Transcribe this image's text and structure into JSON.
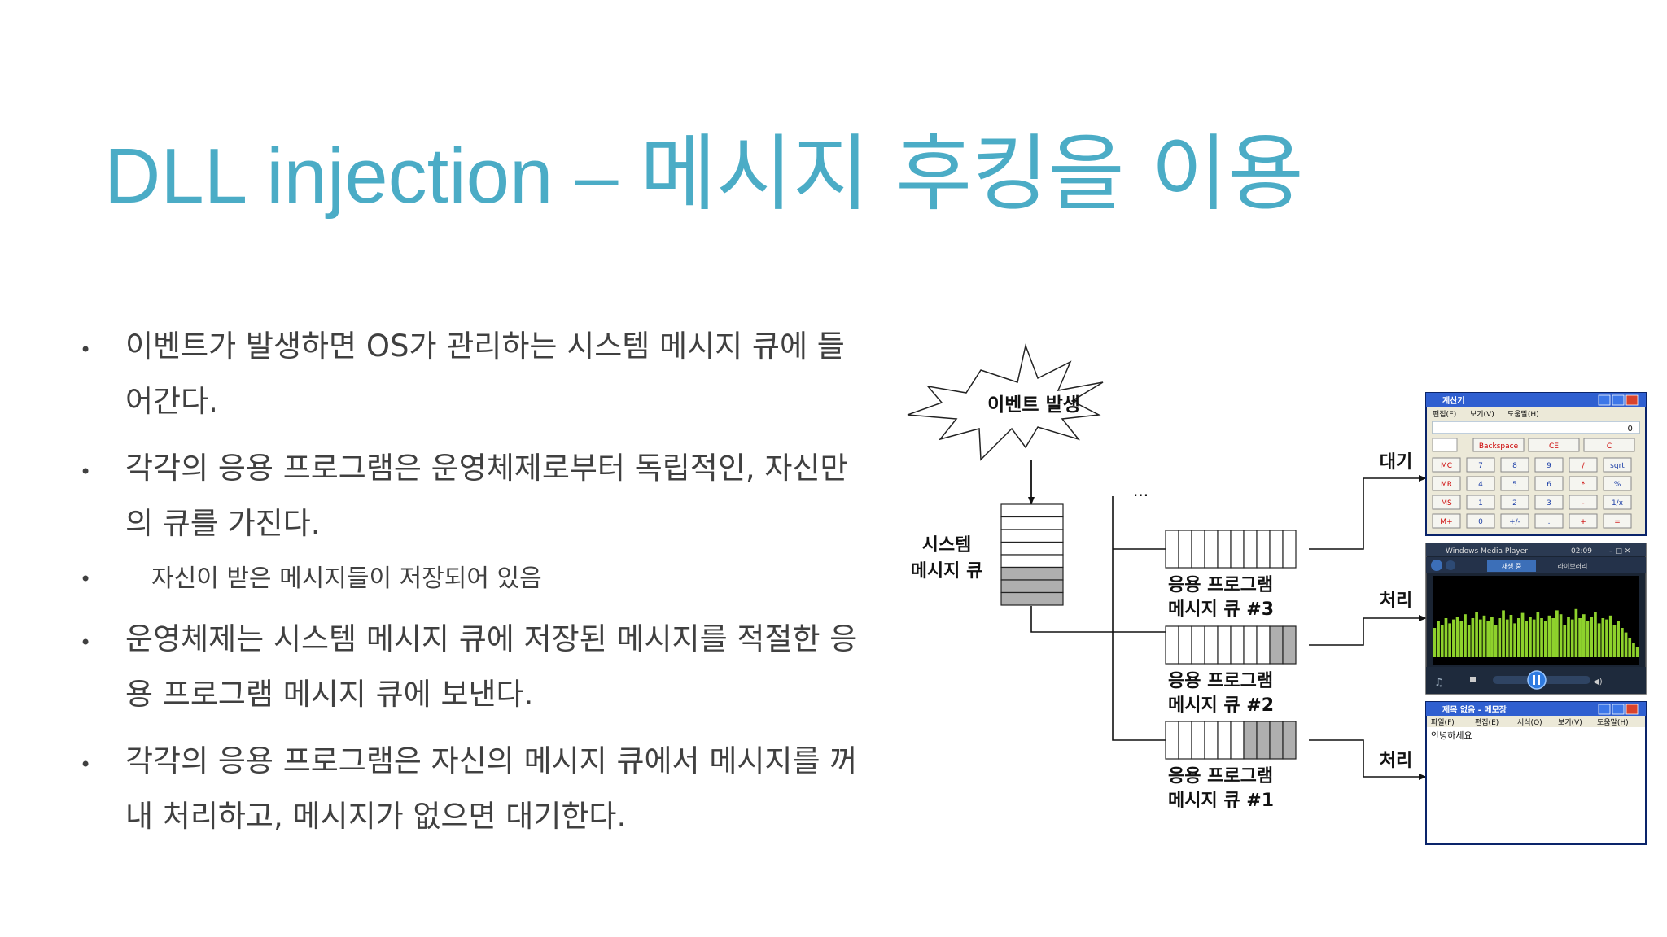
{
  "slide": {
    "title_latin": "DLL injection – ",
    "title_korean": "메시지 후킹을 이용",
    "accent_color": "#4BACC6",
    "text_color": "#404040"
  },
  "bullets": [
    {
      "level": 1,
      "text": "이벤트가 발생하면 OS가 관리하는 시스템 메시지 큐에 들어간다."
    },
    {
      "level": 1,
      "text": "각각의 응용 프로그램은 운영체제로부터 독립적인, 자신만의 큐를 가진다."
    },
    {
      "level": 2,
      "text": "자신이 받은 메시지들이 저장되어 있음"
    },
    {
      "level": 1,
      "text": "운영체제는 시스템 메시지 큐에 저장된 메시지를 적절한 응용 프로그램 메시지 큐에 보낸다."
    },
    {
      "level": 1,
      "text": "각각의 응용 프로그램은 자신의 메시지 큐에서 메시지를 꺼내 처리하고, 메시지가 없으면 대기한다."
    }
  ],
  "diagram": {
    "event_label": "이벤트 발생",
    "system_queue_label": [
      "시스템",
      "메시지 큐"
    ],
    "ellipsis": "...",
    "app_queues": [
      {
        "label1": "응용 프로그램",
        "label2": "메시지 큐 #3",
        "filled": 0,
        "state": "대기"
      },
      {
        "label1": "응용 프로그램",
        "label2": "메시지 큐 #2",
        "filled": 2,
        "state": "처리"
      },
      {
        "label1": "응용 프로그램",
        "label2": "메시지 큐 #1",
        "filled": 4,
        "state": "처리"
      }
    ],
    "calculator": {
      "title": "계산기",
      "menu": [
        "편집(E)",
        "보기(V)",
        "도움말(H)"
      ],
      "display": "0.",
      "top_buttons": [
        "Backspace",
        "CE",
        "C"
      ],
      "rows": [
        [
          "MC",
          "7",
          "8",
          "9",
          "/",
          "sqrt"
        ],
        [
          "MR",
          "4",
          "5",
          "6",
          "*",
          "%"
        ],
        [
          "MS",
          "1",
          "2",
          "3",
          "-",
          "1/x"
        ],
        [
          "M+",
          "0",
          "+/-",
          ".",
          "+",
          "="
        ]
      ]
    },
    "media_player": {
      "title": "Windows Media Player",
      "time": "02:09",
      "tabs": [
        "재생 중",
        "라이브러리"
      ],
      "bars": [
        0.45,
        0.55,
        0.5,
        0.6,
        0.52,
        0.58,
        0.62,
        0.55,
        0.66,
        0.5,
        0.6,
        0.7,
        0.58,
        0.64,
        0.55,
        0.62,
        0.5,
        0.6,
        0.72,
        0.58,
        0.65,
        0.52,
        0.6,
        0.68,
        0.55,
        0.62,
        0.58,
        0.7,
        0.6,
        0.55,
        0.64,
        0.6,
        0.72,
        0.66,
        0.5,
        0.62,
        0.58,
        0.74,
        0.6,
        0.66,
        0.55,
        0.62,
        0.7,
        0.52,
        0.6,
        0.58,
        0.64,
        0.5,
        0.55,
        0.45,
        0.38,
        0.3,
        0.22,
        0.15
      ]
    },
    "notepad": {
      "title": "제목 없음 - 메모장",
      "menu": [
        "파일(F)",
        "편집(E)",
        "서식(O)",
        "보기(V)",
        "도움말(H)"
      ],
      "content": "안녕하세요"
    }
  }
}
